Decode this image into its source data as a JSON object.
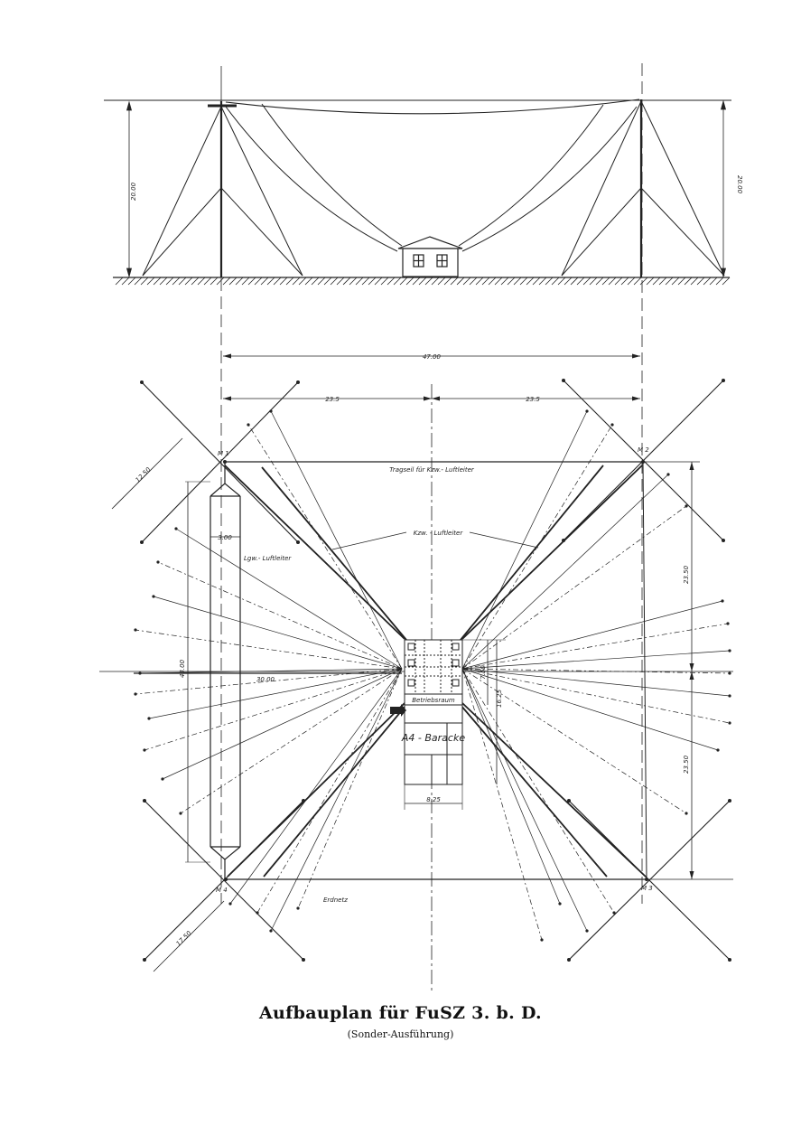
{
  "labels": {
    "span_total": "47.00",
    "span_half_left": "23.5",
    "span_half_right": "23.5",
    "mast_height_left": "20.00",
    "mast_height_right": "20.00",
    "diag_guy_top": "12.50",
    "diag_guy_bottom": "17.50",
    "tragseil": "Tragseil für Kzw.- Luftleiter",
    "kzw_luftleiter": "Kzw. - Luftleiter",
    "lgw_luftleiter": "Lgw.- Luftleiter",
    "lgw_width": "3.00",
    "lgw_length": "43.00",
    "radial_length": "30.00",
    "dim_right_top": "23.50",
    "dim_right_bottom": "23.50",
    "bldg_dim_a": "7.50",
    "bldg_dim_b": "16.25",
    "bldg_width": "8.25",
    "betriebsraum": "Betriebsraum",
    "baracke": "A4 - Baracke",
    "erdnetz": "Erdnetz",
    "mast_m1": "M 1",
    "mast_m2": "M 2",
    "mast_m3": "M 3",
    "mast_m4": "M 4"
  },
  "caption": {
    "title": "Aufbauplan für FuSZ 3. b. D.",
    "subtitle": "(Sonder-Ausführung)"
  }
}
